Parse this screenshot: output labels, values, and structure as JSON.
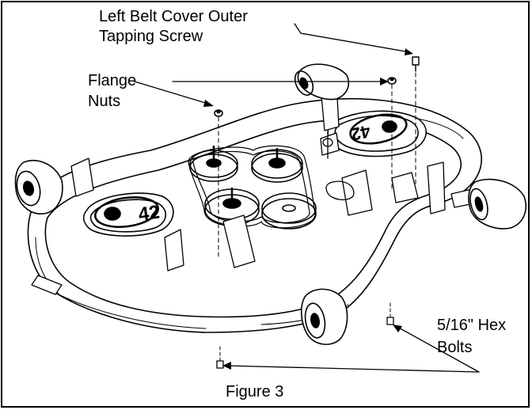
{
  "callouts": {
    "tapping_screw_line1": "Left Belt Cover Outer",
    "tapping_screw_line2": "Tapping Screw",
    "flange_nuts_line1": "Flange",
    "flange_nuts_line2": "Nuts",
    "hex_bolts_line1": "5/16\" Hex",
    "hex_bolts_line2": "Bolts"
  },
  "deck_badges": {
    "left": "42",
    "right": "42"
  },
  "caption": "Figure 3",
  "colors": {
    "line": "#000000",
    "background": "#ffffff"
  }
}
